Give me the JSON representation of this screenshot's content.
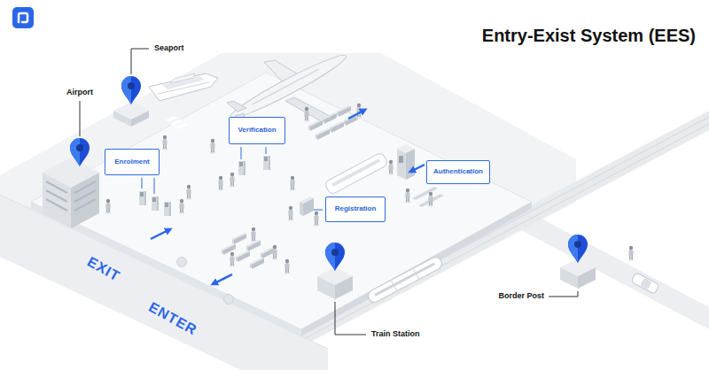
{
  "diagram": {
    "title": "Entry-Exist System (EES)",
    "nodes": [
      {
        "text": [
          "Verification"
        ]
      },
      {
        "text": [
          "Enrolment"
        ]
      },
      {
        "text": [
          "Authentication"
        ]
      },
      {
        "text": [
          "Registration"
        ]
      }
    ],
    "labels": [
      "Seaport",
      "Airport",
      "EXIT",
      "ENTER",
      "Train Station",
      "Border Post"
    ]
  }
}
